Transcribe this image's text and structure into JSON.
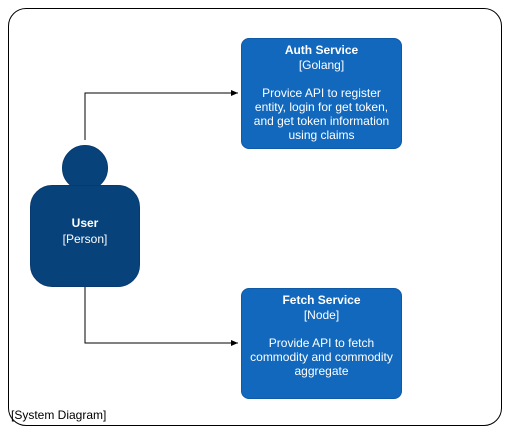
{
  "boundary": {
    "label": "[System Diagram]"
  },
  "person": {
    "name": "User",
    "type": "[Person]"
  },
  "services": [
    {
      "title": "Auth Service",
      "tech": "[Golang]",
      "description": "Provice API to register entity, login for get token, and get token information using claims"
    },
    {
      "title": "Fetch Service",
      "tech": "[Node]",
      "description": "Provide API to fetch commodity and commodity aggregate"
    }
  ],
  "colors": {
    "person": "#08427b",
    "container": "#1168bd",
    "text": "#ffffff",
    "line": "#000000"
  }
}
